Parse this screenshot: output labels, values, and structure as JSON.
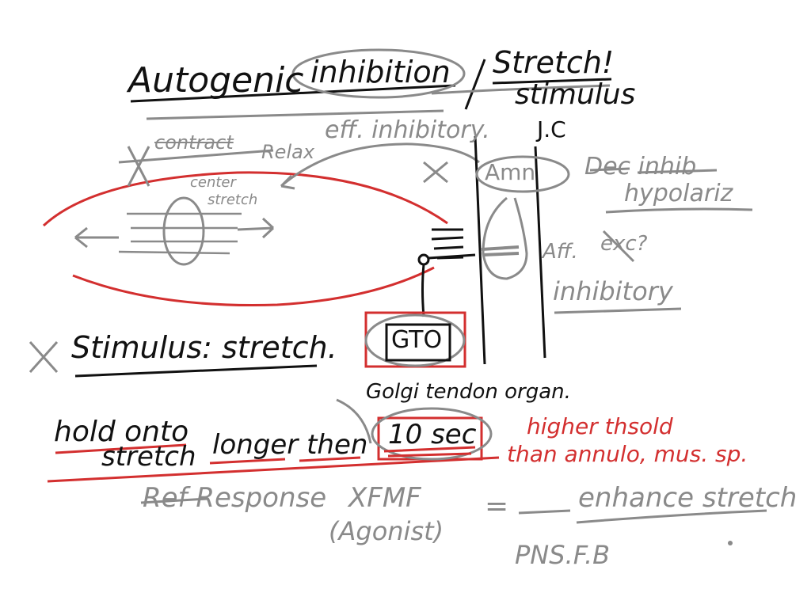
{
  "colors": {
    "ink": "#111111",
    "gray": "#8a8a8a",
    "red": "#d32f2f",
    "background": "#ffffff"
  },
  "title": {
    "part1": "Autogenic",
    "part2": "inhibition",
    "separator": "/",
    "part3": "Stretch!",
    "part4": "stimulus"
  },
  "labels": {
    "jc": "J.C",
    "contract": "contract",
    "relax": "Relax",
    "eff_inhibitory": "eff. inhibitory.",
    "center_stretch_1": "center",
    "center_stretch_2": "stretch",
    "amn": "Amn",
    "dec_inhib": "Dec inhib",
    "hypolariz": "hypolariz",
    "aff": "Aff.",
    "exc": "exc?",
    "inhibitory": "inhibitory",
    "stimulus_stretch": "Stimulus: stretch.",
    "gto": "GTO",
    "golgi": "Golgi tendon organ.",
    "hold_onto": "hold onto",
    "stretch": "stretch",
    "longer_than": "longer then",
    "ten_sec": "10 sec",
    "higher_threshold": "higher thsold",
    "than_annulo": "than annulo, mus. sp.",
    "ref_response": "Ref Response",
    "xfmf": "XFMF",
    "agonist": "(Agonist)",
    "equals": "=",
    "enhance_stretch": "enhance stretch",
    "pns_fb": "PNS.F.B"
  }
}
